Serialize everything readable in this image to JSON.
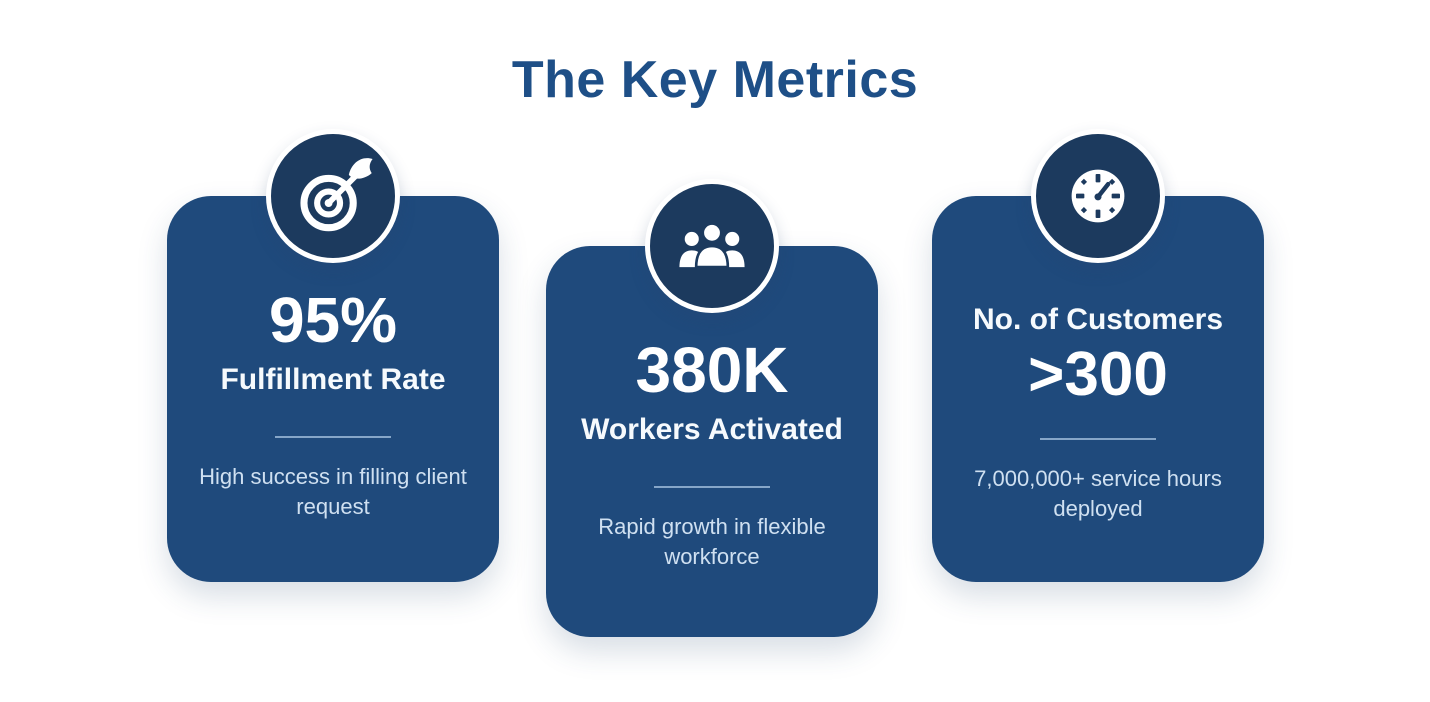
{
  "title": "The Key Metrics",
  "colors": {
    "page_bg": "#ffffff",
    "card_bg": "#1f4a7c",
    "circle_bg": "#1c3a5e",
    "title_text": "#1e4f87",
    "body_text": "#cfe0f1",
    "divider": "#86a6c8",
    "icon_fg": "#ffffff"
  },
  "cards": [
    {
      "icon": "target-icon",
      "value": "95%",
      "label": "Fulfillment Rate",
      "description": "High success in filling client request"
    },
    {
      "icon": "people-icon",
      "value": "380K",
      "label": "Workers Activated",
      "description": "Rapid growth in flexible workforce"
    },
    {
      "icon": "clock-icon",
      "label": "No. of Customers",
      "value": ">300",
      "description": "7,000,000+ service hours deployed"
    }
  ]
}
